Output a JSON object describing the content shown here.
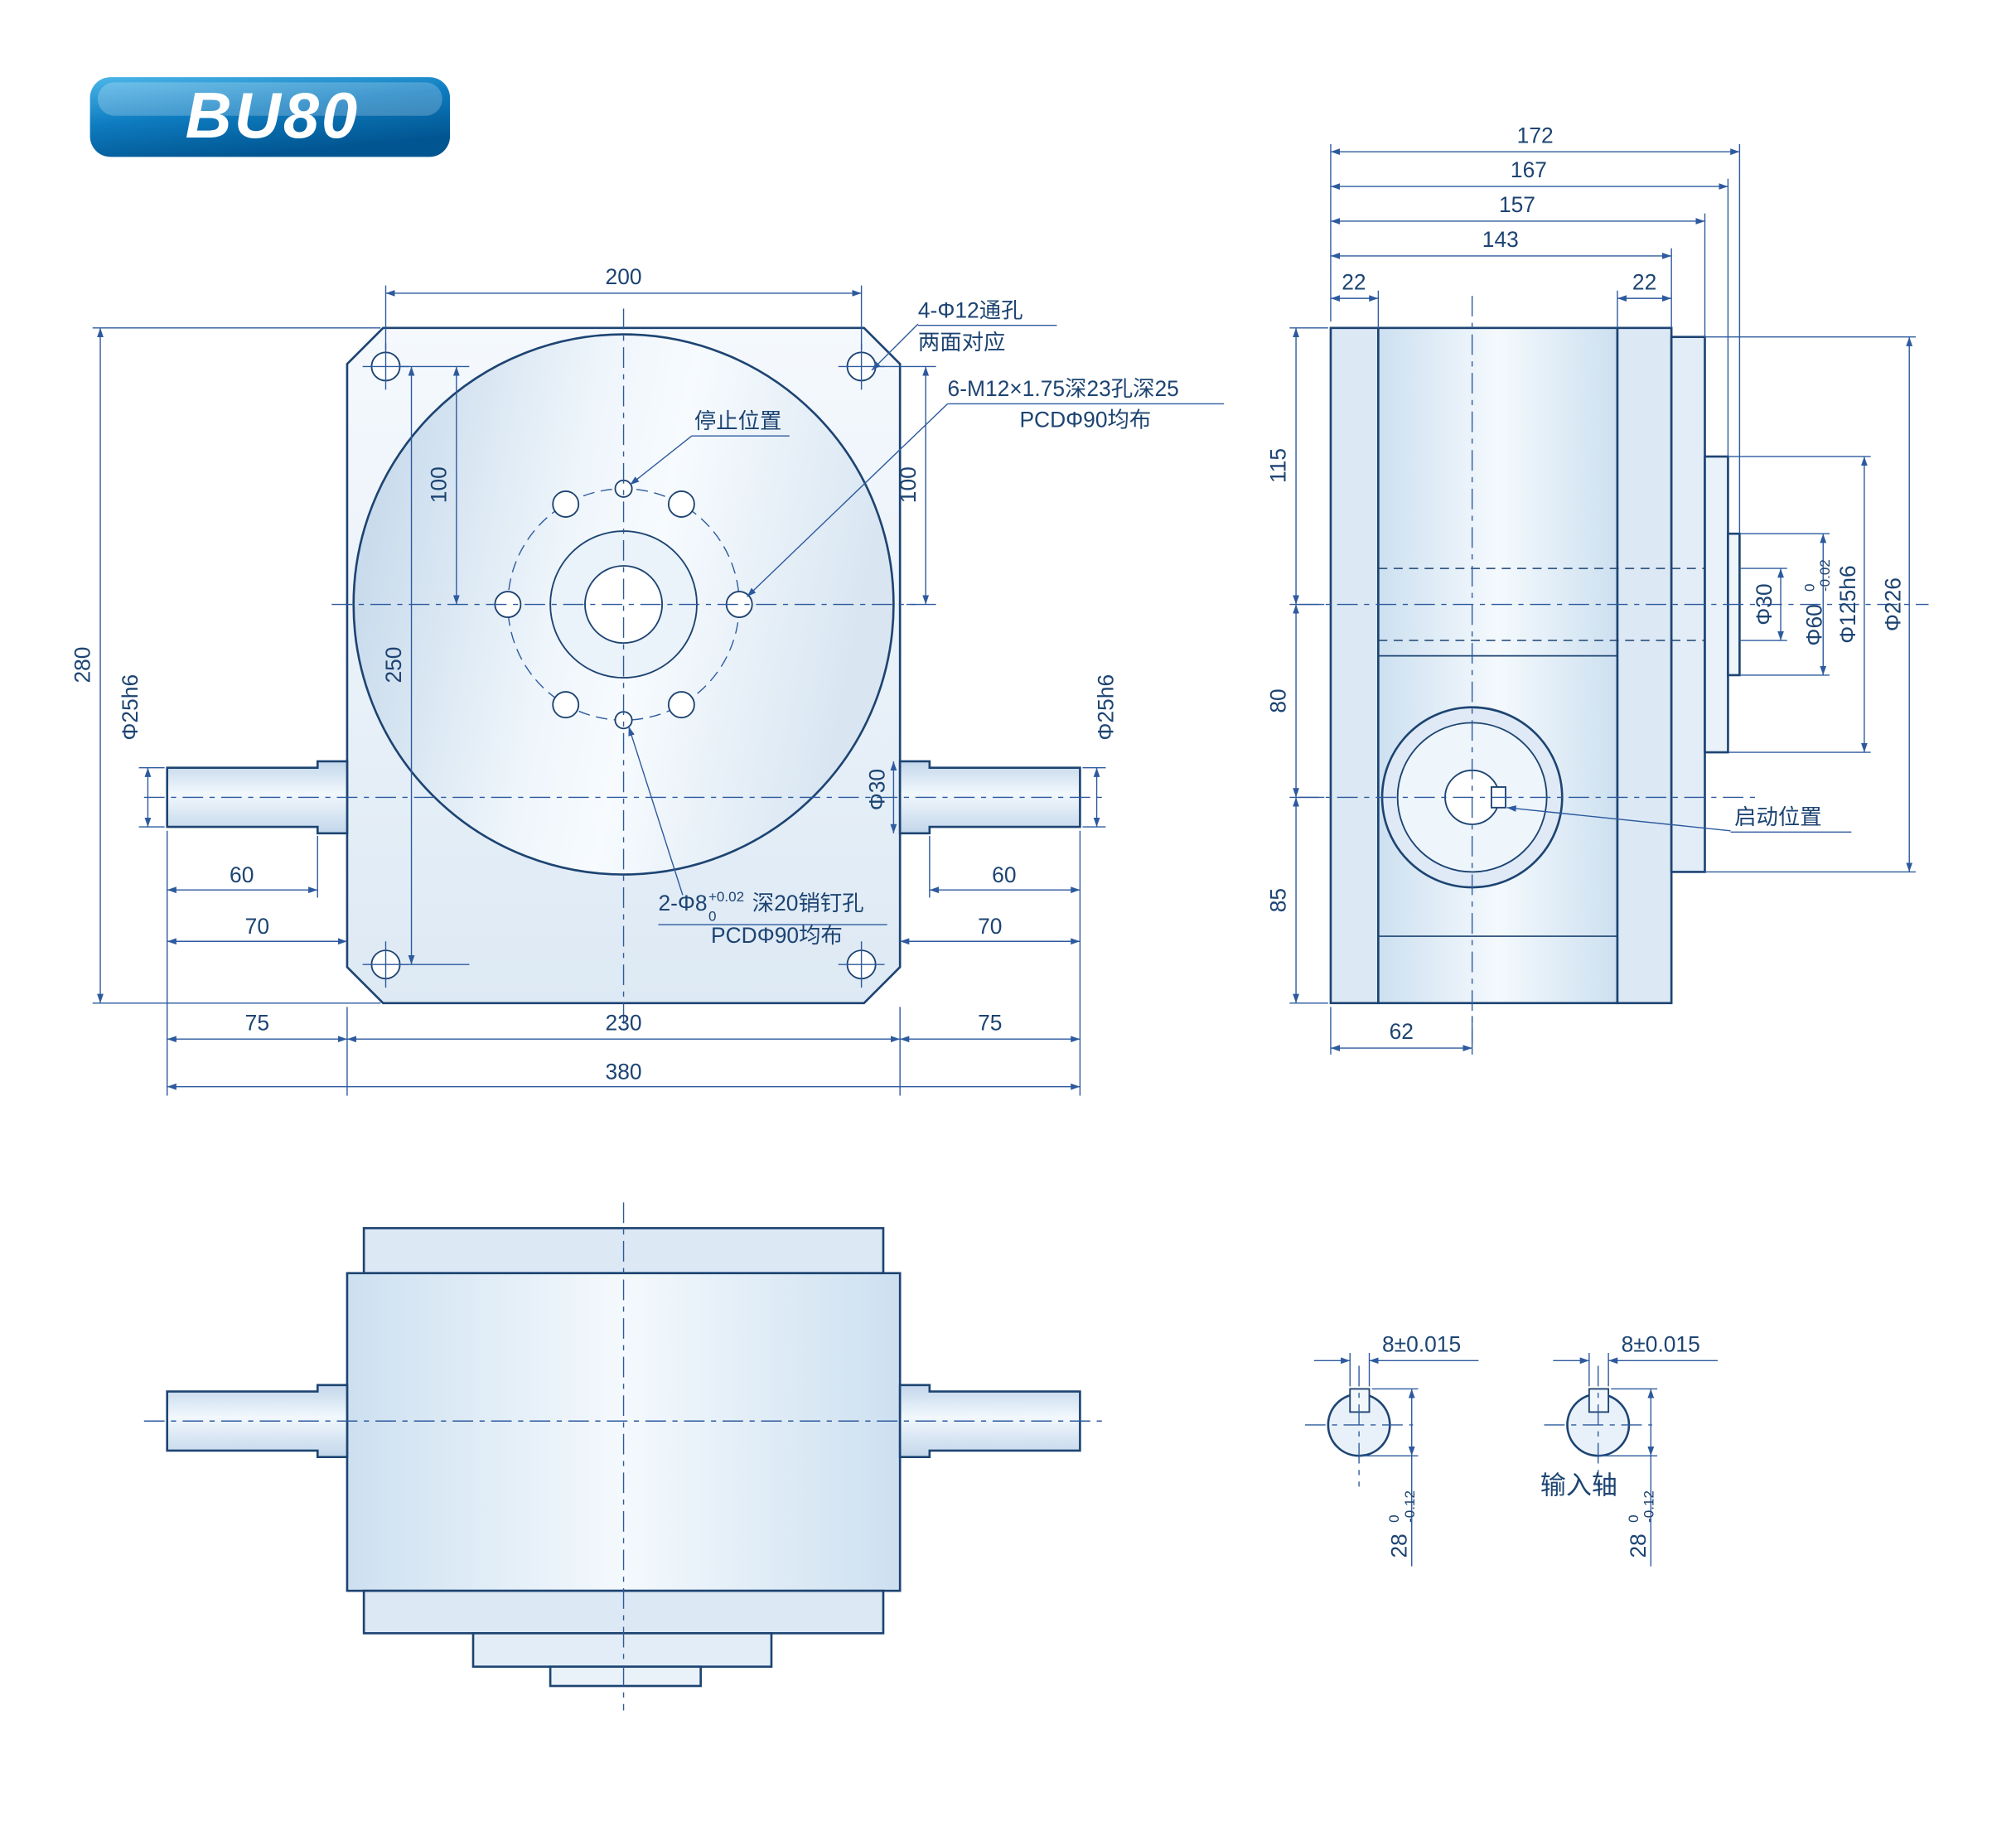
{
  "title": "BU80",
  "front": {
    "d200": "200",
    "d280": "280",
    "d100_left": "100",
    "d250": "250",
    "d100_right": "100",
    "dia25_left": "Φ25h6",
    "dia25_right": "Φ25h6",
    "dia30": "Φ30",
    "d60_left": "60",
    "d70_left": "70",
    "d60_right": "60",
    "d70_right": "70",
    "d75_left": "75",
    "d230": "230",
    "d75_right": "75",
    "d380": "380",
    "note_through_holes_1": "4-Φ12通孔",
    "note_through_holes_2": "两面对应",
    "note_stop_position": "停止位置",
    "note_tapped_1": "6-M12×1.75深23孔深25",
    "note_tapped_2": "PCDΦ90均布",
    "note_pin_prefix": "2-Φ8",
    "note_pin_sup": "+0.02",
    "note_pin_sub": "0",
    "note_pin_suffix": "深20销钉孔",
    "note_pin_2": "PCDΦ90均布"
  },
  "side": {
    "d172": "172",
    "d167": "167",
    "d157": "157",
    "d143": "143",
    "d22_left": "22",
    "d22_right": "22",
    "d115": "115",
    "d80": "80",
    "d85": "85",
    "d62": "62",
    "dia30": "Φ30",
    "dia60": "Φ60",
    "dia60_sup": "0",
    "dia60_sub": "-0.02",
    "dia125": "Φ125h6",
    "dia226": "Φ226",
    "note_start_position": "启动位置"
  },
  "sections": {
    "key_left": "8±0.015",
    "key_right": "8±0.015",
    "h28_left": "28",
    "h28_left_sup": "0",
    "h28_left_sub": "-0.12",
    "h28_right": "28",
    "h28_right_sup": "0",
    "h28_right_sub": "-0.12",
    "input_shaft_label": "输入轴"
  }
}
